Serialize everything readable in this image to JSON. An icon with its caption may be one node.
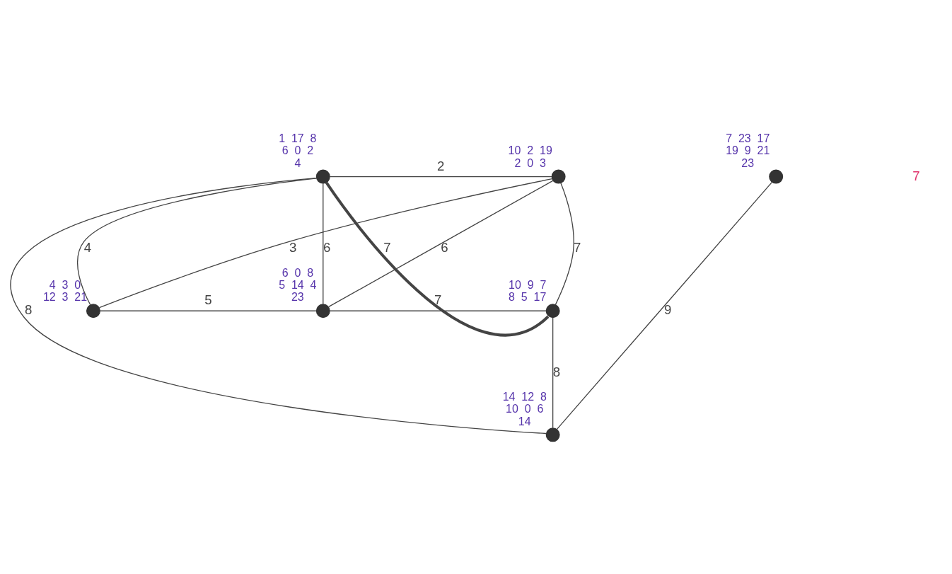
{
  "diagram": {
    "nodes": [
      {
        "text": [],
        "shape": "circle",
        "beside": [
          "1",
          "17",
          "8",
          "6",
          "0",
          "2",
          "4"
        ]
      },
      {
        "text": [],
        "shape": "circle",
        "beside": [
          "10",
          "2",
          "19",
          "2",
          "0",
          "3"
        ]
      },
      {
        "text": [],
        "shape": "circle",
        "beside": [
          "4",
          "3",
          "0",
          "12",
          "3",
          "21"
        ]
      },
      {
        "text": [],
        "shape": "circle",
        "beside": [
          "6",
          "0",
          "8",
          "5",
          "14",
          "4",
          "23"
        ]
      },
      {
        "text": [],
        "shape": "circle",
        "beside": [
          "10",
          "9",
          "7",
          "8",
          "5",
          "17"
        ]
      },
      {
        "text": [],
        "shape": "circle",
        "beside": [
          "14",
          "12",
          "8",
          "10",
          "0",
          "6",
          "14"
        ]
      },
      {
        "text": [],
        "shape": "circle",
        "beside": [
          "7",
          "23",
          "17",
          "19",
          "9",
          "21",
          "23"
        ]
      }
    ],
    "edges": [
      {
        "from": 0,
        "to": 1,
        "arrow": "none",
        "label": "2"
      },
      {
        "from": 0,
        "to": 2,
        "arrow": "none",
        "label": "4"
      },
      {
        "from": 0,
        "to": 3,
        "arrow": "none",
        "label": "6"
      },
      {
        "from": 0,
        "to": 4,
        "arrow": "none",
        "label": "7",
        "style": "thick"
      },
      {
        "from": 0,
        "to": 5,
        "arrow": "none",
        "label": "8"
      },
      {
        "from": 1,
        "to": 2,
        "arrow": "none",
        "label": "3"
      },
      {
        "from": 1,
        "to": 3,
        "arrow": "none",
        "label": "6"
      },
      {
        "from": 1,
        "to": 4,
        "arrow": "none",
        "label": "7"
      },
      {
        "from": 2,
        "to": 3,
        "arrow": "none",
        "label": "5"
      },
      {
        "from": 3,
        "to": 4,
        "arrow": "none",
        "label": "7"
      },
      {
        "from": 4,
        "to": 5,
        "arrow": "none",
        "label": "8"
      },
      {
        "from": 5,
        "to": 6,
        "arrow": "none",
        "label": "9"
      }
    ],
    "labels": [
      "7"
    ]
  }
}
